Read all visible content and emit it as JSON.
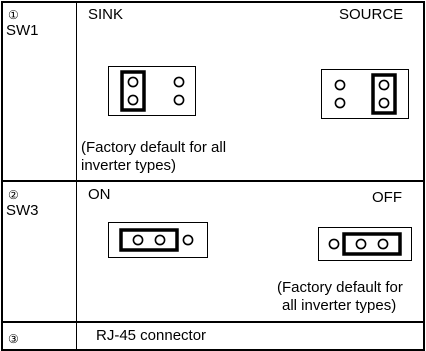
{
  "rows": [
    {
      "num": "①",
      "switch": "SW1",
      "left_label": "SINK",
      "right_label": "SOURCE",
      "note_line1": "(Factory default for all",
      "note_line2": "inverter types)"
    },
    {
      "num": "②",
      "switch": "SW3",
      "left_label": "ON",
      "right_label": "OFF",
      "note_line1": "(Factory default for",
      "note_line2": "all inverter types)"
    },
    {
      "num": "③",
      "description": "RJ-45 connector"
    }
  ]
}
